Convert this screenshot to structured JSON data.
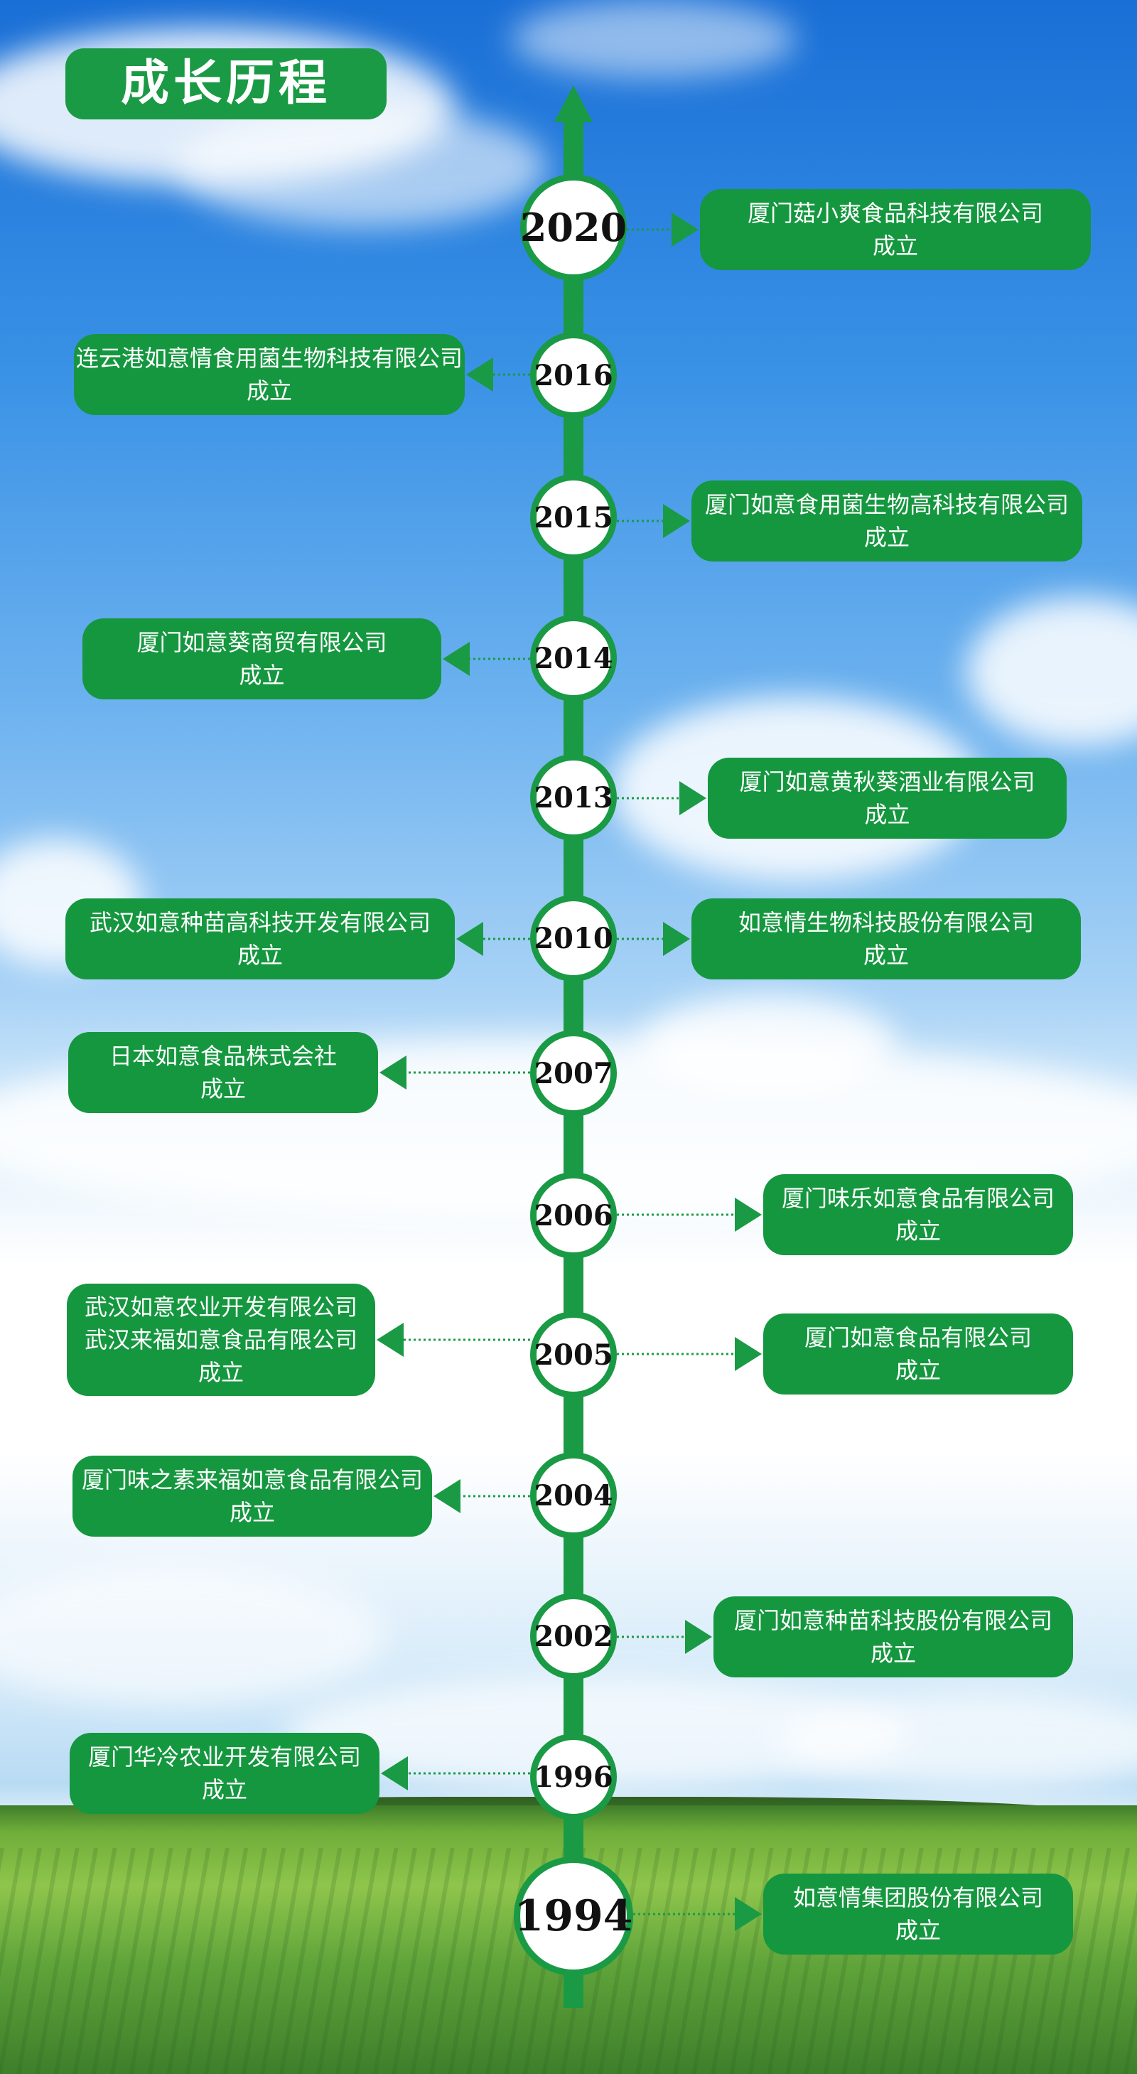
{
  "title": "成长历程",
  "colors": {
    "green": "#1a9a44",
    "box": "#15973f",
    "text": "#ffffff"
  },
  "events": [
    {
      "year": "2020",
      "side": "right",
      "lines": [
        "厦门菇小爽食品科技有限公司",
        "成立"
      ]
    },
    {
      "year": "2016",
      "side": "left",
      "lines": [
        "连云港如意情食用菌生物科技有限公司",
        "成立"
      ]
    },
    {
      "year": "2015",
      "side": "right",
      "lines": [
        "厦门如意食用菌生物高科技有限公司",
        "成立"
      ]
    },
    {
      "year": "2014",
      "side": "left",
      "lines": [
        "厦门如意葵商贸有限公司",
        "成立"
      ]
    },
    {
      "year": "2013",
      "side": "right",
      "lines": [
        "厦门如意黄秋葵酒业有限公司",
        "成立"
      ]
    },
    {
      "year": "2010",
      "side": "left",
      "lines": [
        "武汉如意种苗高科技开发有限公司",
        "成立"
      ]
    },
    {
      "year": "2010",
      "side": "right",
      "lines": [
        "如意情生物科技股份有限公司",
        "成立"
      ]
    },
    {
      "year": "2007",
      "side": "left",
      "lines": [
        "日本如意食品株式会社",
        "成立"
      ]
    },
    {
      "year": "2006",
      "side": "right",
      "lines": [
        "厦门味乐如意食品有限公司",
        "成立"
      ]
    },
    {
      "year": "2005",
      "side": "left",
      "lines": [
        "武汉如意农业开发有限公司",
        "武汉来福如意食品有限公司",
        "成立"
      ]
    },
    {
      "year": "2005",
      "side": "right",
      "lines": [
        "厦门如意食品有限公司",
        "成立"
      ]
    },
    {
      "year": "2004",
      "side": "left",
      "lines": [
        "厦门味之素来福如意食品有限公司",
        "成立"
      ]
    },
    {
      "year": "2002",
      "side": "right",
      "lines": [
        "厦门如意种苗科技股份有限公司",
        "成立"
      ]
    },
    {
      "year": "1996",
      "side": "left",
      "lines": [
        "厦门华冷农业开发有限公司",
        "成立"
      ]
    },
    {
      "year": "1994",
      "side": "right",
      "lines": [
        "如意情集团股份有限公司",
        "成立"
      ]
    }
  ]
}
